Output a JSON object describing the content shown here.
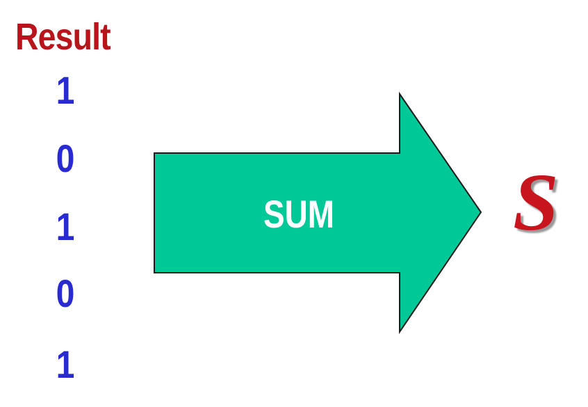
{
  "result_label": "Result",
  "bits": [
    "1",
    "0",
    "1",
    "0",
    "1"
  ],
  "sum_label": "SUM",
  "output_symbol": "S",
  "colors": {
    "result_label": "#b8141c",
    "bits": "#2a2ad2",
    "arrow_fill": "#00c896",
    "arrow_stroke": "#1a1a1a",
    "sum_label": "#ffffff",
    "output_symbol": "#c8141c"
  }
}
